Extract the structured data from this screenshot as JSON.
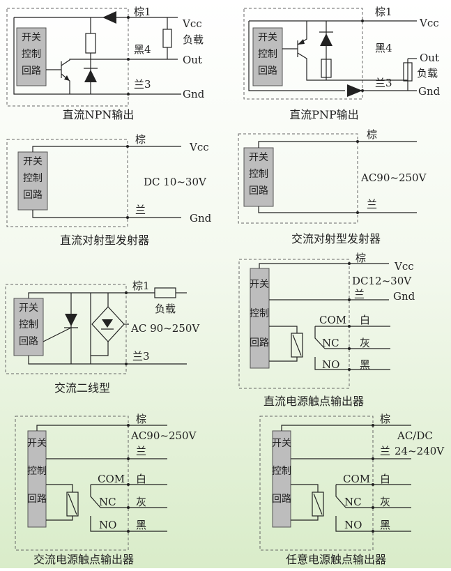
{
  "block_label": [
    "开关",
    "控制",
    "回路"
  ],
  "wires": {
    "brown": "棕",
    "black": "黑",
    "blue": "兰",
    "white": "白",
    "gray": "灰"
  },
  "terminals": {
    "vcc": "Vcc",
    "gnd": "Gnd",
    "out": "Out",
    "load": "负载",
    "brown1": "棕1",
    "black4": "黑4",
    "blue3": "兰3",
    "com": "COM",
    "nc": "NC",
    "no": "NO"
  },
  "voltages": {
    "dc10_30": "DC 10~30V",
    "ac90_250": "AC90~250V",
    "ac90_250_b": "AC 90~250V",
    "dc12_30": "DC12~30V",
    "acdc": "AC/DC",
    "v24_240": "24~240V"
  },
  "captions": {
    "npn": "直流NPN输出",
    "pnp": "直流PNP输出",
    "dc_emitter": "直流对射型发射器",
    "ac_emitter": "交流对射型发射器",
    "ac_2wire": "交流二线型",
    "dc_relay": "直流电源触点输出器",
    "ac_relay": "交流电源触点输出器",
    "any_relay": "任意电源触点输出器"
  },
  "colors": {
    "block_fill": "#bdbdbd",
    "line": "#222222",
    "bg_bottom": "#d9ecc9"
  }
}
